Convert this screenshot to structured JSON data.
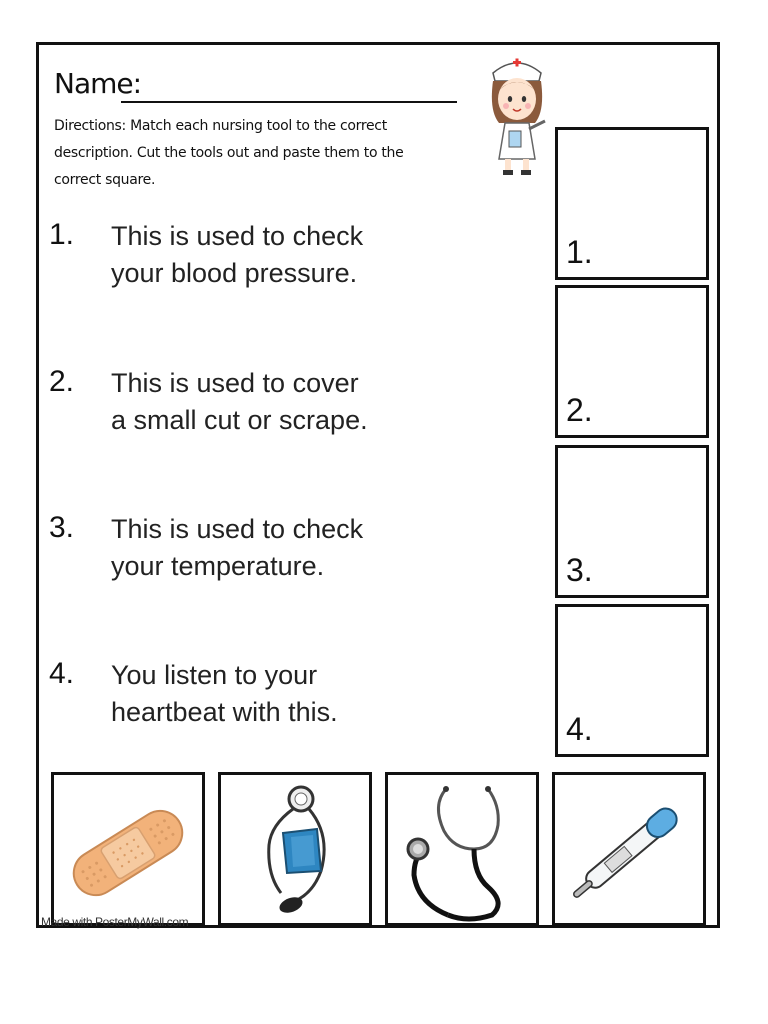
{
  "worksheet": {
    "name_label": "Name:",
    "directions": "Directions: Match each nursing tool to the correct description. Cut the tools out and paste them to the correct square."
  },
  "questions": [
    {
      "number": "1.",
      "text": "This is used to check\nyour blood pressure."
    },
    {
      "number": "2.",
      "text": "This is used to cover\na small cut or scrape."
    },
    {
      "number": "3.",
      "text": "This is used to check\nyour temperature."
    },
    {
      "number": "4.",
      "text": "You listen to your\nheartbeat with this."
    }
  ],
  "answer_boxes": [
    {
      "label": "1."
    },
    {
      "label": "2."
    },
    {
      "label": "3."
    },
    {
      "label": "4."
    }
  ],
  "tools": [
    {
      "icon": "bandage-icon"
    },
    {
      "icon": "blood-pressure-cuff-icon"
    },
    {
      "icon": "stethoscope-icon"
    },
    {
      "icon": "thermometer-icon"
    }
  ],
  "watermark": "Made with PosterMyWall.com",
  "colors": {
    "bandage": "#f2b27a",
    "cuff": "#2e86c1",
    "thermometer_tip": "#5dade2",
    "nurse_cross": "#e53935"
  }
}
